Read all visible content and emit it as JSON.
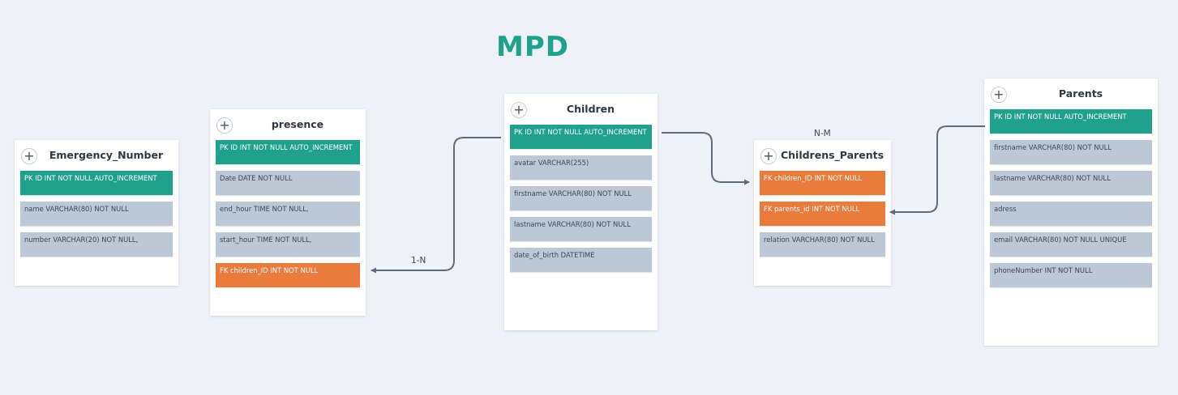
{
  "title": "MPD",
  "tables": {
    "emergency": {
      "name": "Emergency_Number",
      "fields": [
        {
          "kind": "pk",
          "text": "PK ID INT NOT NULL AUTO_INCREMENT"
        },
        {
          "kind": "",
          "text": "name VARCHAR(80) NOT NULL"
        },
        {
          "kind": "",
          "text": "number VARCHAR(20) NOT NULL,"
        }
      ]
    },
    "presence": {
      "name": "presence",
      "fields": [
        {
          "kind": "pk",
          "text": "PK ID INT NOT NULL AUTO_INCREMENT"
        },
        {
          "kind": "",
          "text": "Date DATE NOT NULL"
        },
        {
          "kind": "",
          "text": "end_hour TIME NOT NULL,"
        },
        {
          "kind": "",
          "text": "start_hour TIME NOT NULL,"
        },
        {
          "kind": "fk",
          "text": "FK children_ID INT NOT NULL"
        }
      ]
    },
    "children": {
      "name": "Children",
      "fields": [
        {
          "kind": "pk",
          "text": "PK ID INT NOT NULL AUTO_INCREMENT"
        },
        {
          "kind": "",
          "text": "avatar VARCHAR(255)"
        },
        {
          "kind": "",
          "text": "firstname VARCHAR(80) NOT NULL"
        },
        {
          "kind": "",
          "text": "lastname VARCHAR(80) NOT NULL"
        },
        {
          "kind": "",
          "text": "date_of_birth DATETIME"
        }
      ]
    },
    "childrens_parents": {
      "name": "Childrens_Parents",
      "fields": [
        {
          "kind": "fk",
          "text": "FK children_ID INT NOT NULL"
        },
        {
          "kind": "fk",
          "text": "FK parents_id INT NOT NULL"
        },
        {
          "kind": "",
          "text": "relation  VARCHAR(80) NOT NULL"
        }
      ]
    },
    "parents": {
      "name": "Parents",
      "fields": [
        {
          "kind": "pk",
          "text": "PK ID INT NOT NULL AUTO_INCREMENT"
        },
        {
          "kind": "",
          "text": "firstname VARCHAR(80) NOT NULL"
        },
        {
          "kind": "",
          "text": "lastname  VARCHAR(80) NOT NULL"
        },
        {
          "kind": "",
          "text": "adress"
        },
        {
          "kind": "",
          "text": "email VARCHAR(80) NOT NULL UNIQUE"
        },
        {
          "kind": "",
          "text": "phoneNumber INT NOT NULL"
        }
      ]
    }
  },
  "relations": {
    "children_presence": "1-N",
    "children_parents": "N-M"
  },
  "add_icon": "plus-icon",
  "colors": {
    "primary_key": "#1fa18c",
    "foreign_key": "#e97b3d",
    "field": "#bcc8d5",
    "title": "#1fa18c",
    "connector": "#5f6b7a"
  }
}
